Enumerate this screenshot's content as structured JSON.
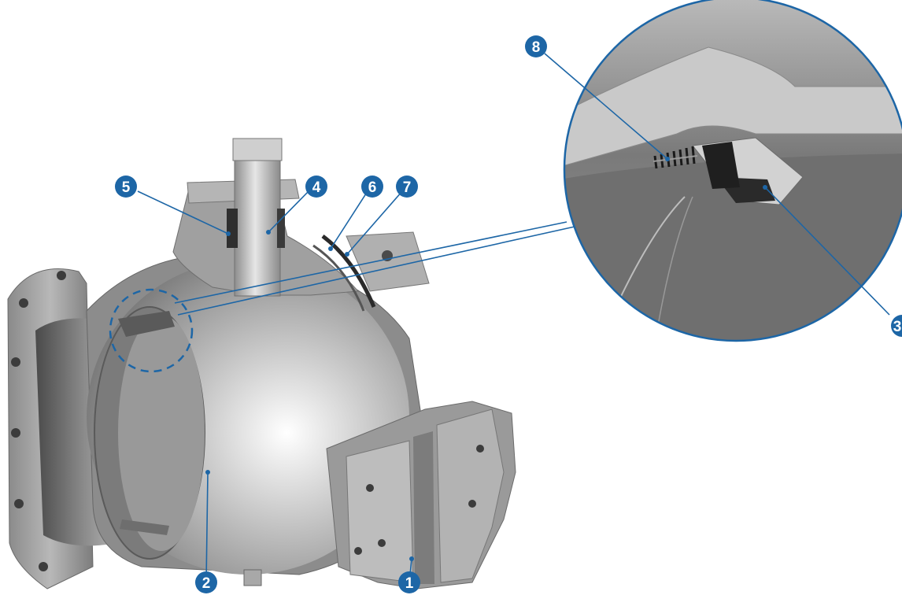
{
  "colors": {
    "callout_fill": "#1d66a6",
    "leader_line": "#1d66a6",
    "callout_text": "#ffffff",
    "metal_light": "#d9d9d9",
    "metal_mid": "#a3a3a3",
    "metal_dark": "#555555"
  },
  "callouts": [
    {
      "id": "1",
      "label": "1"
    },
    {
      "id": "2",
      "label": "2"
    },
    {
      "id": "3",
      "label": "3"
    },
    {
      "id": "4",
      "label": "4"
    },
    {
      "id": "5",
      "label": "5"
    },
    {
      "id": "6",
      "label": "6"
    },
    {
      "id": "7",
      "label": "7"
    },
    {
      "id": "8",
      "label": "8"
    }
  ]
}
